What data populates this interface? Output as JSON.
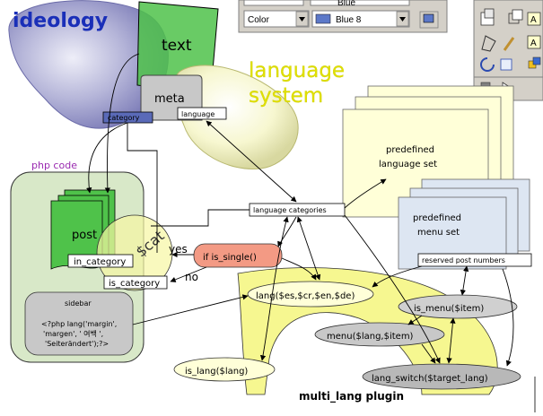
{
  "titles": {
    "ideology": "ideology",
    "language": "language",
    "system": "system",
    "php_code": "php code",
    "plugin": "multi_lang plugin"
  },
  "toolbar": {
    "top_select": "Blue",
    "color_label": "Color",
    "color_value": "Blue 8"
  },
  "nodes": {
    "text": "text",
    "meta": "meta",
    "category": "category",
    "language": "language",
    "predefined_language_line1": "predefined",
    "predefined_language_line2": "language set",
    "predefined_menu_line1": "predefined",
    "predefined_menu_line2": "menu set",
    "language_categories": "language categories",
    "reserved_post_numbers": "reserved post numbers",
    "post": "post",
    "in_category": "in_category",
    "is_category": "is_category",
    "cat": "$cat",
    "if_is_single": "if is_single()",
    "yes": "yes",
    "no": "no",
    "sidebar": "sidebar",
    "sidebar_code_1": "<?php lang('margin',",
    "sidebar_code_2": "'margen', ' 여백 ',",
    "sidebar_code_3": "'Seiterändert');?>",
    "lang_func": "lang($es,$cr,$en,$de)",
    "is_menu": "is_menu($item)",
    "menu_func": "menu($lang,$item)",
    "is_lang": "is_lang($lang)",
    "lang_switch": "lang_switch($target_lang)"
  },
  "colors": {
    "green": "#4fc24a",
    "green_light": "#8fe07f",
    "yellow": "#f6f7a2",
    "cream": "#ffffd8",
    "gray_blob": "#b8b8d8",
    "salmon": "#f39a84",
    "panel": "#d8e8c8",
    "menu_blue": "#dde6f2"
  }
}
